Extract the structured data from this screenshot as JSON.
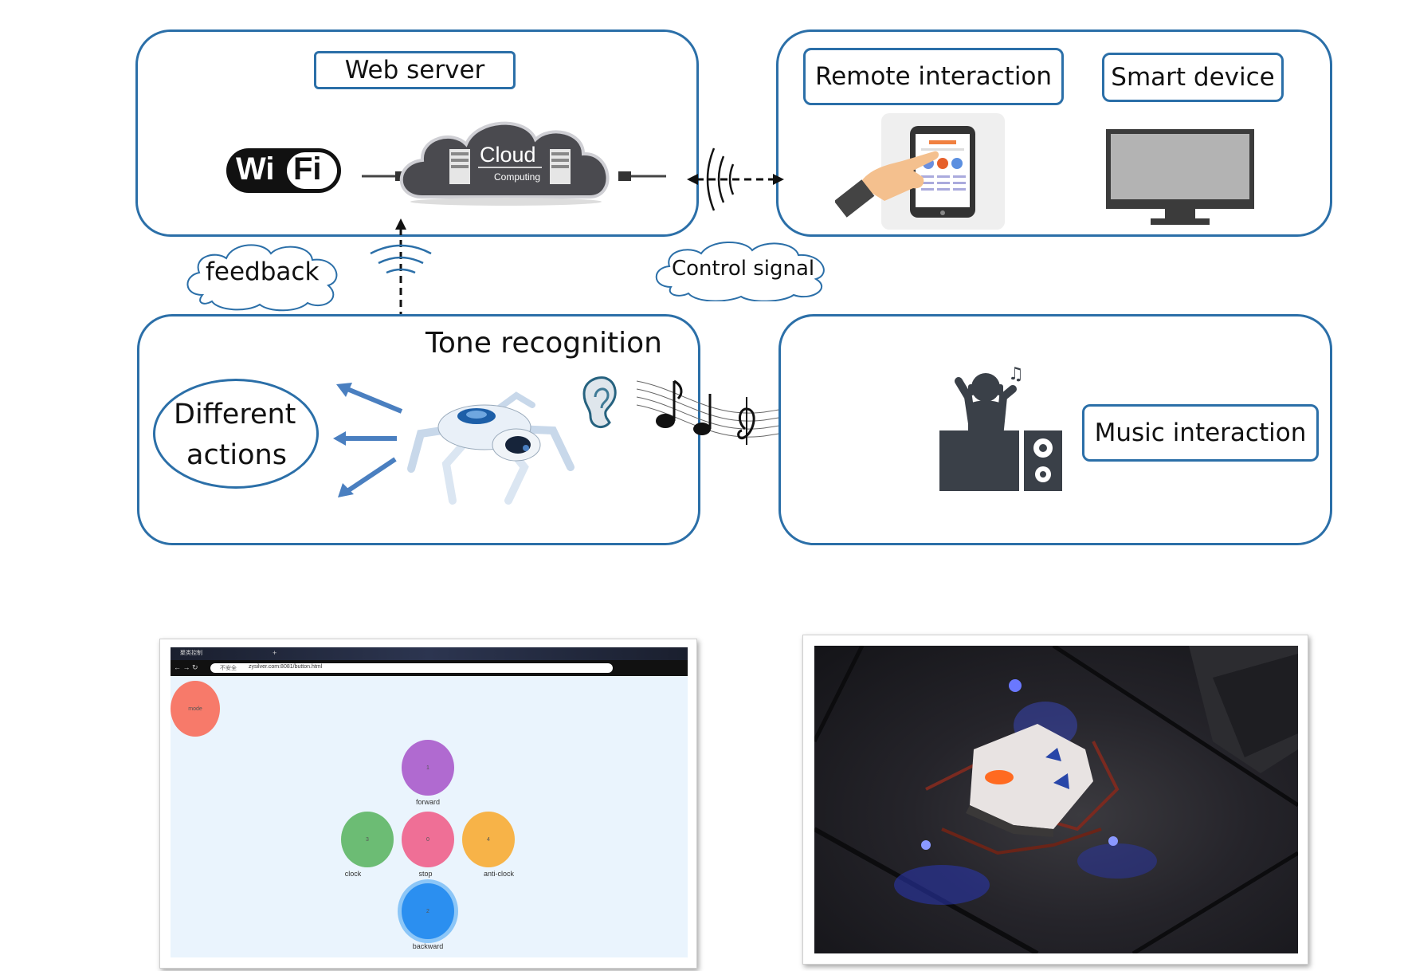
{
  "diagram": {
    "web_server_label": "Web server",
    "wifi_logo": {
      "left": "Wi",
      "right": "Fi"
    },
    "cloud_logo": {
      "title": "Cloud",
      "subtitle": "Computing"
    },
    "remote_interaction_label": "Remote interaction",
    "smart_device_label": "Smart device",
    "feedback_label": "feedback",
    "control_signal_label": "Control signal",
    "tone_recognition_label": "Tone recognition",
    "actions_label_line1": "Different",
    "actions_label_line2": "actions",
    "music_interaction_label": "Music interaction"
  },
  "screenshot": {
    "address": "zysilver.com:8081/button.html",
    "security_text": "不安全",
    "tab_title": "聚类控制",
    "buttons": {
      "mode": {
        "text": "mode",
        "color": "#f77a6a"
      },
      "forward": {
        "num": "1",
        "label": "forward",
        "color": "#b06ad0"
      },
      "clock": {
        "num": "3",
        "label": "clock",
        "color": "#6cbc74"
      },
      "stop": {
        "num": "0",
        "label": "stop",
        "color": "#ef6f96"
      },
      "anticlock": {
        "num": "4",
        "label": "anti-clock",
        "color": "#f7b348"
      },
      "backward": {
        "num": "2",
        "label": "backward",
        "color": "#2b8ff0"
      }
    }
  },
  "colors": {
    "panel_border": "#2b6fa8",
    "arrow_blue": "#4a7fc0",
    "screen_bg": "#eaf4fd"
  }
}
